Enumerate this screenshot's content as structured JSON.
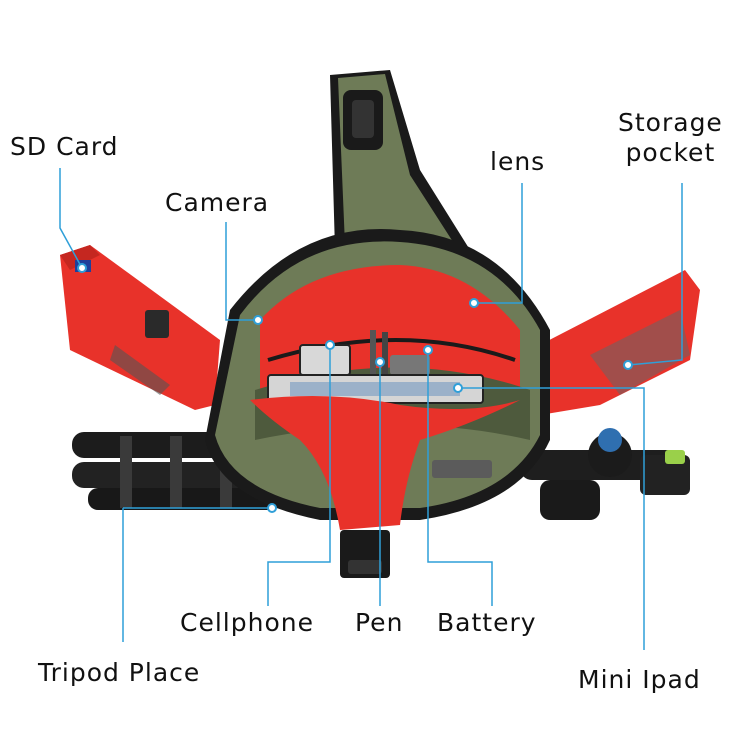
{
  "labels": {
    "sd_card": "SD Card",
    "camera": "Camera",
    "lens": "lens",
    "storage_line1": "Storage",
    "storage_line2": "pocket",
    "cellphone": "Cellphone",
    "pen": "Pen",
    "battery": "Battery",
    "tripod_place": "Tripod Place",
    "mini_ipad": "Mini Ipad"
  },
  "colors": {
    "leader_line": "#2f9fd8",
    "bag_green": "#6e7b57",
    "bag_dark_green": "#4e5a3d",
    "lining_red": "#e8322a",
    "strap_black": "#1a1a1a"
  }
}
